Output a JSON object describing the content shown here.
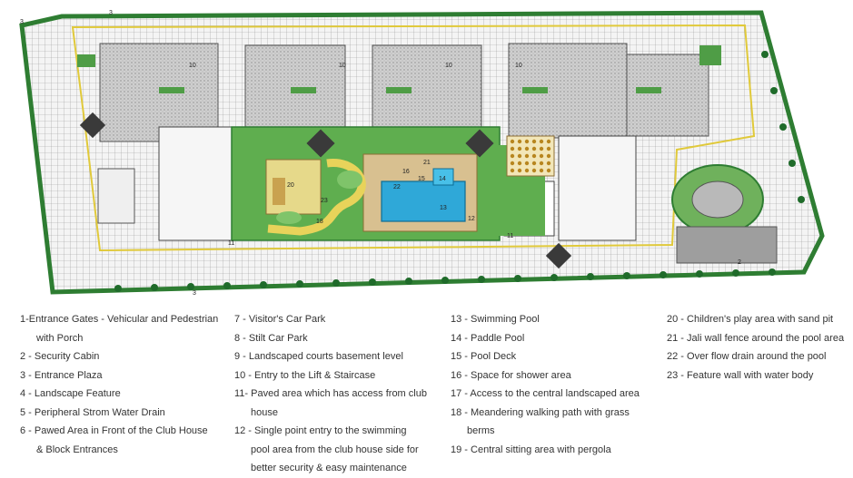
{
  "plan_labels": {
    "gate_top": "3",
    "gate_left": "3",
    "gate_bottom": "3",
    "gate_right": "2",
    "lift_a": "10",
    "lift_b": "10",
    "lift_c": "10",
    "lift_d": "10",
    "pool_main": "13",
    "paddle_pool": "14",
    "pool_deck": "15",
    "shower": "16",
    "walk_path": "18",
    "play_area": "20",
    "jali": "21",
    "drain": "22",
    "feature_wall": "23",
    "paved_a": "11",
    "paved_b": "11",
    "entry_pool": "12"
  },
  "legend": {
    "col1": [
      "1-Entrance Gates - Vehicular and Pedestrian",
      "with Porch",
      "2 - Security Cabin",
      "3 - Entrance Plaza",
      "4 - Landscape Feature",
      "5 - Peripheral Strom Water Drain",
      "6 - Pawed Area in Front of the Club House",
      "& Block Entrances"
    ],
    "col2": [
      "7 - Visitor's Car Park",
      "8 - Stilt Car Park",
      "9 - Landscaped courts basement level",
      "10 - Entry to the Lift & Staircase",
      "11- Paved area which has access from club",
      "house",
      "12 - Single point entry to the swimming",
      "pool area from the club house side for",
      "better security & easy maintenance"
    ],
    "col3": [
      "13 - Swimming Pool",
      "14 - Paddle Pool",
      "15 - Pool Deck",
      "16 - Space for shower area",
      "17 - Access to the central landscaped area",
      "18 - Meandering walking path with grass",
      "berms",
      "19 - Central sitting area with pergola"
    ],
    "col4": [
      "20 - Children's play area with sand pit",
      "21 - Jali wall fence around the pool area",
      "22 - Over flow drain around the pool",
      "23 - Feature wall with water body"
    ]
  },
  "colors": {
    "site_green": "#2e7d32",
    "lawn": "#5fae4f",
    "paving": "#c8c8c8",
    "pool": "#2fa8d8",
    "deck": "#d8c090",
    "path": "#e8d35a"
  }
}
